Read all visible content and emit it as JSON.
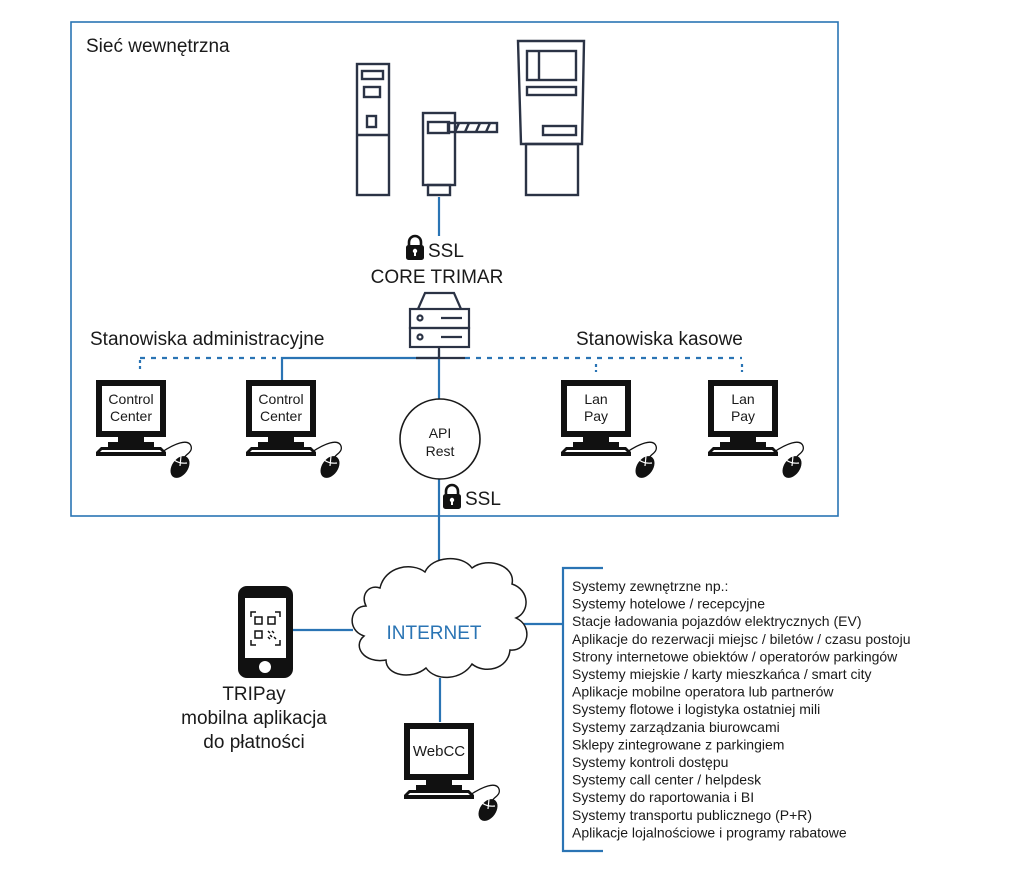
{
  "internal_network": {
    "title": "Sieć wewnętrzna"
  },
  "devices": {
    "terminal": "parking-ticket-terminal",
    "barrier": "parking-barrier-gate",
    "kiosk": "payment-kiosk"
  },
  "core": {
    "ssl_label": "SSL",
    "title": "CORE TRIMAR"
  },
  "admin_group": {
    "title": "Stanowiska administracyjne",
    "stations": [
      {
        "line1": "Control",
        "line2": "Center"
      },
      {
        "line1": "Control",
        "line2": "Center"
      }
    ]
  },
  "cash_group": {
    "title": "Stanowiska kasowe",
    "stations": [
      {
        "line1": "Lan",
        "line2": "Pay"
      },
      {
        "line1": "Lan",
        "line2": "Pay"
      }
    ]
  },
  "api": {
    "line1": "API",
    "line2": "Rest",
    "ssl_label": "SSL"
  },
  "internet": {
    "label": "INTERNET"
  },
  "mobile": {
    "line1": "TRIPay",
    "line2": "mobilna aplikacja",
    "line3": "do płatności"
  },
  "webcc": {
    "label": "WebCC"
  },
  "external_systems": {
    "items": [
      "Systemy zewnętrzne np.:",
      "Systemy hotelowe / recepcyjne",
      "Stacje ładowania pojazdów elektrycznych (EV)",
      "Aplikacje do rezerwacji miejsc / biletów / czasu postoju",
      "Strony internetowe obiektów / operatorów parkingów",
      "Systemy miejskie / karty mieszkańca / smart city",
      "Aplikacje mobilne operatora lub partnerów",
      "Systemy flotowe i logistyka ostatniej mili",
      "Systemy zarządzania biurowcami",
      "Sklepy zintegrowane z parkingiem",
      "Systemy kontroli dostępu",
      "Systemy call center / helpdesk",
      "Systemy do raportowania i BI",
      "Systemy transportu publicznego (P+R)",
      "Aplikacje lojalnościowe i programy rabatowe"
    ]
  },
  "colors": {
    "accent": "#2a74b4",
    "outline": "#2b3345",
    "ink": "#111111"
  }
}
